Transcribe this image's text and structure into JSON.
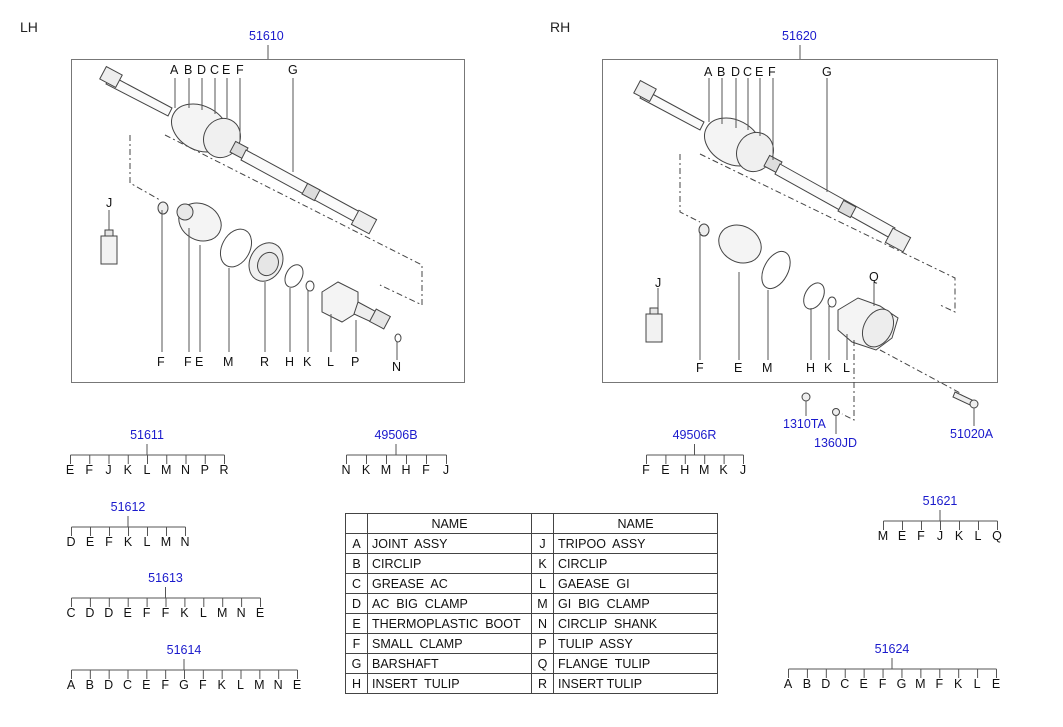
{
  "sections": {
    "left_label": "LH",
    "right_label": "RH"
  },
  "assemblies": {
    "lh": {
      "part_number": "51610",
      "top_callouts": [
        "A",
        "B",
        "D",
        "C",
        "E",
        "F",
        "G"
      ],
      "bottom_callouts": [
        "F",
        "F",
        "E",
        "M",
        "R",
        "H",
        "K",
        "L",
        "P",
        "N"
      ],
      "side_callout": "J"
    },
    "rh": {
      "part_number": "51620",
      "top_callouts": [
        "A",
        "B",
        "D",
        "C",
        "E",
        "F",
        "G"
      ],
      "bottom_callouts": [
        "F",
        "E",
        "M",
        "H",
        "K",
        "L"
      ],
      "upper_callout": "Q",
      "side_callout": "J",
      "external_parts": [
        "1310TA",
        "1360JD",
        "51020A"
      ]
    }
  },
  "kits": [
    {
      "part_number": "51611",
      "components": [
        "E",
        "F",
        "J",
        "K",
        "L",
        "M",
        "N",
        "P",
        "R"
      ]
    },
    {
      "part_number": "51612",
      "components": [
        "D",
        "E",
        "F",
        "K",
        "L",
        "M",
        "N"
      ]
    },
    {
      "part_number": "51613",
      "components": [
        "C",
        "D",
        "D",
        "E",
        "F",
        "F",
        "K",
        "L",
        "M",
        "N",
        "E"
      ]
    },
    {
      "part_number": "51614",
      "components": [
        "A",
        "B",
        "D",
        "C",
        "E",
        "F",
        "G",
        "F",
        "K",
        "L",
        "M",
        "N",
        "E"
      ]
    },
    {
      "part_number": "49506B",
      "components": [
        "N",
        "K",
        "M",
        "H",
        "F",
        "J"
      ]
    },
    {
      "part_number": "49506R",
      "components": [
        "F",
        "E",
        "H",
        "M",
        "K",
        "J"
      ]
    },
    {
      "part_number": "51621",
      "components": [
        "M",
        "E",
        "F",
        "J",
        "K",
        "L",
        "Q"
      ]
    },
    {
      "part_number": "51624",
      "components": [
        "A",
        "B",
        "D",
        "C",
        "E",
        "F",
        "G",
        "M",
        "F",
        "K",
        "L",
        "E"
      ]
    }
  ],
  "legend": {
    "header": "NAME",
    "left": [
      {
        "code": "A",
        "name": "JOINT  ASSY"
      },
      {
        "code": "B",
        "name": "CIRCLIP"
      },
      {
        "code": "C",
        "name": "GREASE  AC"
      },
      {
        "code": "D",
        "name": "AC  BIG  CLAMP"
      },
      {
        "code": "E",
        "name": "THERMOPLASTIC  BOOT"
      },
      {
        "code": "F",
        "name": "SMALL  CLAMP"
      },
      {
        "code": "G",
        "name": "BARSHAFT"
      },
      {
        "code": "H",
        "name": "INSERT  TULIP"
      }
    ],
    "right": [
      {
        "code": "J",
        "name": "TRIPOO  ASSY"
      },
      {
        "code": "K",
        "name": "CIRCLIP"
      },
      {
        "code": "L",
        "name": "GAEASE  GI"
      },
      {
        "code": "M",
        "name": "GI  BIG  CLAMP"
      },
      {
        "code": "N",
        "name": "CIRCLIP  SHANK"
      },
      {
        "code": "P",
        "name": "TULIP  ASSY"
      },
      {
        "code": "Q",
        "name": "FLANGE  TULIP"
      },
      {
        "code": "R",
        "name": "INSERT TULIP"
      }
    ]
  },
  "colors": {
    "part_link": "#1a1acc",
    "line": "#555555"
  }
}
